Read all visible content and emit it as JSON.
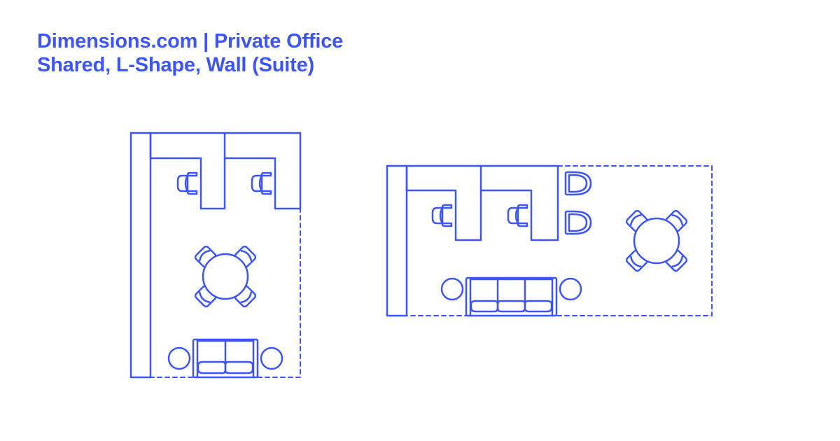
{
  "header": {
    "line1": "Dimensions.com | Private Office",
    "line2": "Shared, L-Shape, Wall (Suite)"
  },
  "colors": {
    "stroke": "#3d55f5",
    "background": "#ffffff",
    "title": "#3d55f5"
  },
  "diagrams": [
    {
      "name": "vertical-layout",
      "elements": [
        "wall",
        "two L-shape desks",
        "two task chairs",
        "round table with 4 chairs",
        "loveseat (2-seat sofa)",
        "two side tables"
      ]
    },
    {
      "name": "horizontal-layout",
      "elements": [
        "wall",
        "two L-shape desks",
        "two task chairs",
        "two guest chairs",
        "round table with 4 chairs",
        "3-seat sofa",
        "two side tables"
      ]
    }
  ]
}
